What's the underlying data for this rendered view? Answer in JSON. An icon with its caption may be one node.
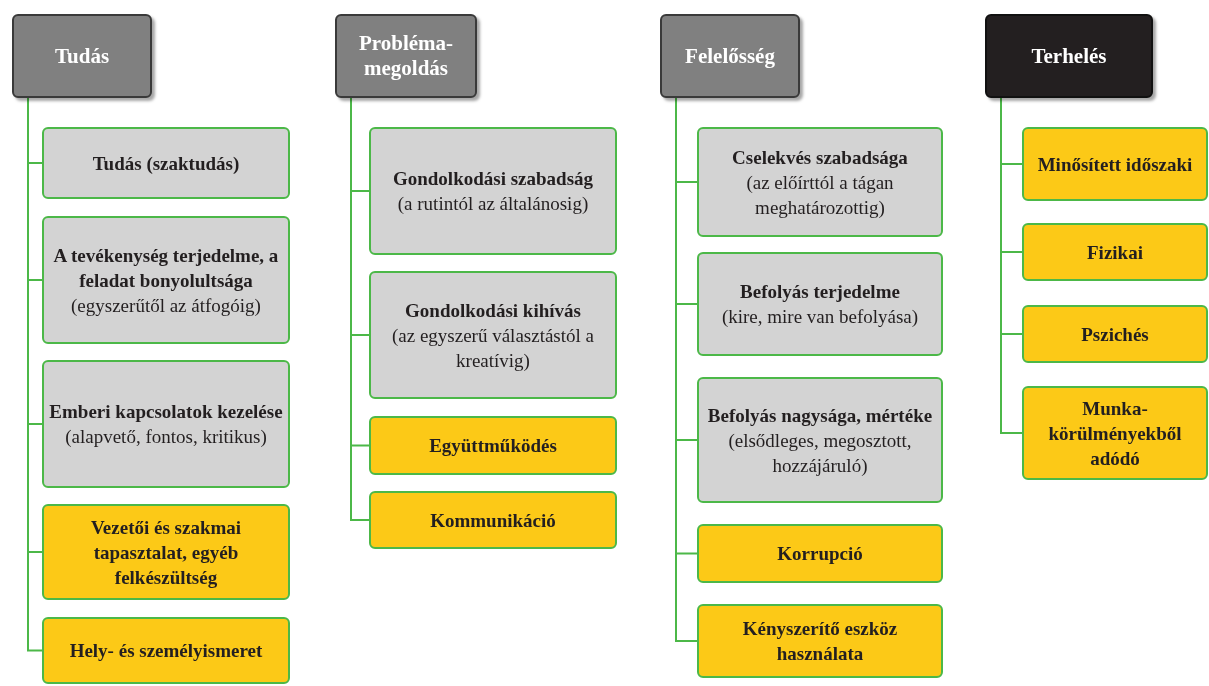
{
  "diagram": {
    "nodes": [
      {
        "text": [
          "Tudás"
        ]
      },
      {
        "text": [
          "Tudás (szaktudás)"
        ]
      },
      {
        "text": [
          "A tevékenység terjedelme, a feladat bonyolultsága",
          "(egyszerűtől az átfogóig)"
        ]
      },
      {
        "text": [
          "Emberi kapcsolatok kezelése",
          "(alapvető, fontos, kritikus)"
        ]
      },
      {
        "text": [
          "Vezetői és szakmai tapasztalat, egyéb felkészültség"
        ]
      },
      {
        "text": [
          "Hely- és személyismeret"
        ]
      },
      {
        "text": [
          "Probléma-megoldás"
        ]
      },
      {
        "text": [
          "Gondolkodási szabadság",
          "(a rutintól az általánosig)"
        ]
      },
      {
        "text": [
          "Gondolkodási kihívás",
          "(az egyszerű választástól a kreatívig)"
        ]
      },
      {
        "text": [
          "Együttműködés"
        ]
      },
      {
        "text": [
          "Kommunikáció"
        ]
      },
      {
        "text": [
          "Felelősség"
        ]
      },
      {
        "text": [
          "Cselekvés szabadsága",
          "(az előírttól a tágan meghatározottig)"
        ]
      },
      {
        "text": [
          "Befolyás terjedelme",
          "(kire, mire van befolyása)"
        ]
      },
      {
        "text": [
          "Befolyás nagysága, mértéke",
          "(elsődleges, megosztott, hozzájáruló)"
        ]
      },
      {
        "text": [
          "Korrupció"
        ]
      },
      {
        "text": [
          "Kényszerítő eszköz használata"
        ]
      },
      {
        "text": [
          "Terhelés"
        ]
      },
      {
        "text": [
          "Minősített időszaki"
        ]
      },
      {
        "text": [
          "Fizikai"
        ]
      },
      {
        "text": [
          "Pszichés"
        ]
      },
      {
        "text": [
          "Munka-körülményekből adódó"
        ]
      }
    ],
    "edges": [
      {
        "from": 0,
        "to": 1,
        "arrow": "none"
      },
      {
        "from": 0,
        "to": 2,
        "arrow": "none"
      },
      {
        "from": 0,
        "to": 3,
        "arrow": "none"
      },
      {
        "from": 0,
        "to": 4,
        "arrow": "none"
      },
      {
        "from": 0,
        "to": 5,
        "arrow": "none"
      },
      {
        "from": 6,
        "to": 7,
        "arrow": "none"
      },
      {
        "from": 6,
        "to": 8,
        "arrow": "none"
      },
      {
        "from": 6,
        "to": 9,
        "arrow": "none"
      },
      {
        "from": 6,
        "to": 10,
        "arrow": "none"
      },
      {
        "from": 11,
        "to": 12,
        "arrow": "none"
      },
      {
        "from": 11,
        "to": 13,
        "arrow": "none"
      },
      {
        "from": 11,
        "to": 14,
        "arrow": "none"
      },
      {
        "from": 11,
        "to": 15,
        "arrow": "none"
      },
      {
        "from": 11,
        "to": 16,
        "arrow": "none"
      },
      {
        "from": 17,
        "to": 18,
        "arrow": "none"
      },
      {
        "from": 17,
        "to": 19,
        "arrow": "none"
      },
      {
        "from": 17,
        "to": 20,
        "arrow": "none"
      },
      {
        "from": 17,
        "to": 21,
        "arrow": "none"
      }
    ]
  }
}
